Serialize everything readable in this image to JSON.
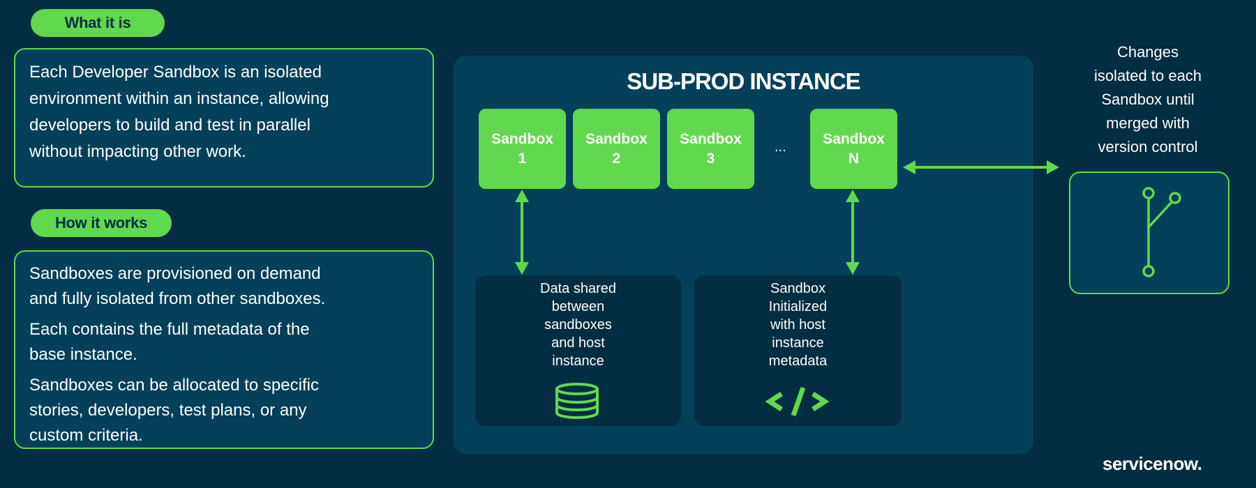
{
  "left": {
    "what_label": "What it is",
    "what_text": "Each Developer Sandbox is an isolated environment within an instance, allowing developers to build and test in parallel without impacting other work.",
    "how_label": "How it works",
    "how_points": [
      "Sandboxes are provisioned on demand and fully isolated from other sandboxes.",
      "Each contains the full metadata of the base instance.",
      "Sandboxes can be allocated to specific stories, developers, test plans, or any custom criteria."
    ]
  },
  "instance": {
    "title": "SUB-PROD INSTANCE",
    "sandboxes": [
      {
        "line1": "Sandbox",
        "line2": "1"
      },
      {
        "line1": "Sandbox",
        "line2": "2"
      },
      {
        "line1": "Sandbox",
        "line2": "3"
      },
      {
        "line1": "Sandbox",
        "line2": "N"
      }
    ],
    "ellipsis": "...",
    "data_shared_lines": [
      "Data shared",
      "between",
      "sandboxes",
      "and host",
      "instance"
    ],
    "initialized_lines": [
      "Sandbox",
      "Initialized",
      "with host",
      "instance",
      "metadata"
    ]
  },
  "right": {
    "note_lines": [
      "Changes",
      "isolated to each",
      "Sandbox until",
      "merged with",
      "version control"
    ]
  },
  "brand": {
    "logo": "servicenow."
  },
  "colors": {
    "background": "#032D42",
    "panel": "#04405A",
    "accent": "#62D84E"
  }
}
